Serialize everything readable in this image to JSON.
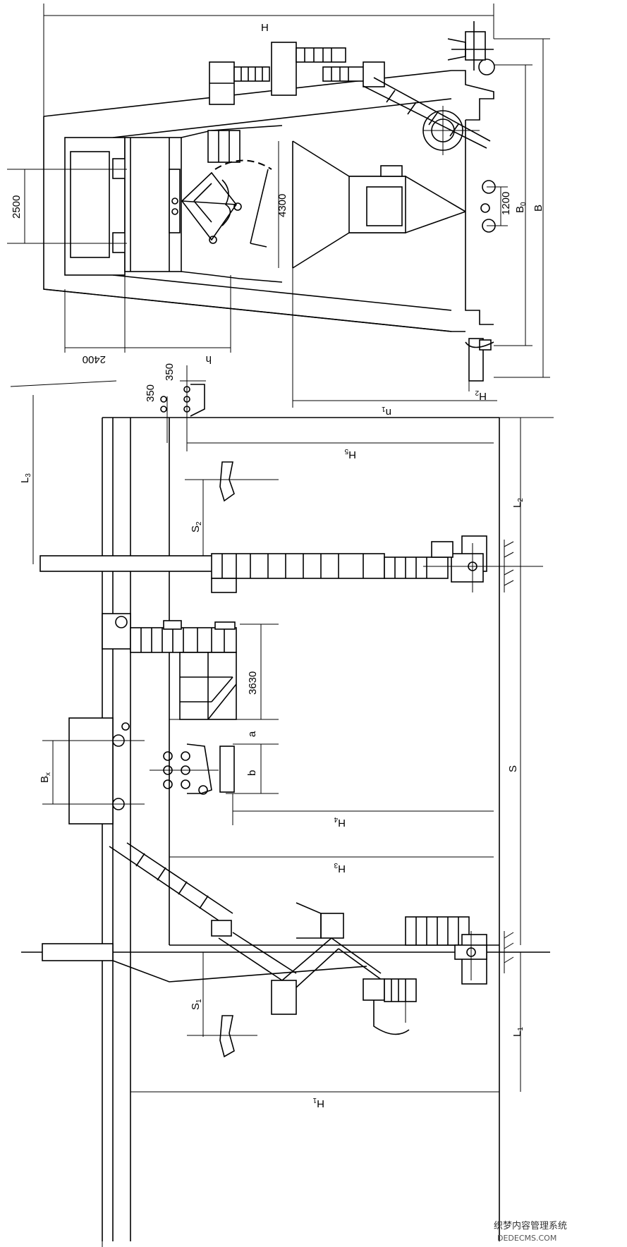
{
  "top_view": {
    "dim_H": "H",
    "dim_2500": "2500",
    "dim_4300": "4300",
    "dim_1200": "1200",
    "dim_Bo": "B",
    "dim_Bo_sub": "0",
    "dim_B": "B",
    "dim_2400": "2400",
    "dim_h": "h",
    "dim_H2": "H",
    "dim_H2_sub": "2",
    "dim_n1": "n",
    "dim_n1_sub": "1"
  },
  "side_view": {
    "dim_350a": "350",
    "dim_350b": "350",
    "dim_L3": "L",
    "dim_L3_sub": "3",
    "dim_H5": "H",
    "dim_H5_sub": "5",
    "dim_S2": "S",
    "dim_S2_sub": "2",
    "dim_L2": "L",
    "dim_L2_sub": "2",
    "dim_3630": "3630",
    "dim_a": "a",
    "dim_b": "b",
    "dim_Bx": "B",
    "dim_Bx_sub": "x",
    "dim_S": "S",
    "dim_H4": "H",
    "dim_H4_sub": "4",
    "dim_H3": "H",
    "dim_H3_sub": "3",
    "dim_S1": "S",
    "dim_S1_sub": "1",
    "dim_L1": "L",
    "dim_L1_sub": "1",
    "dim_H1": "H",
    "dim_H1_sub": "1"
  },
  "watermark": {
    "line1": "织梦内容管理系统",
    "line2": "DEDECMS.COM"
  }
}
